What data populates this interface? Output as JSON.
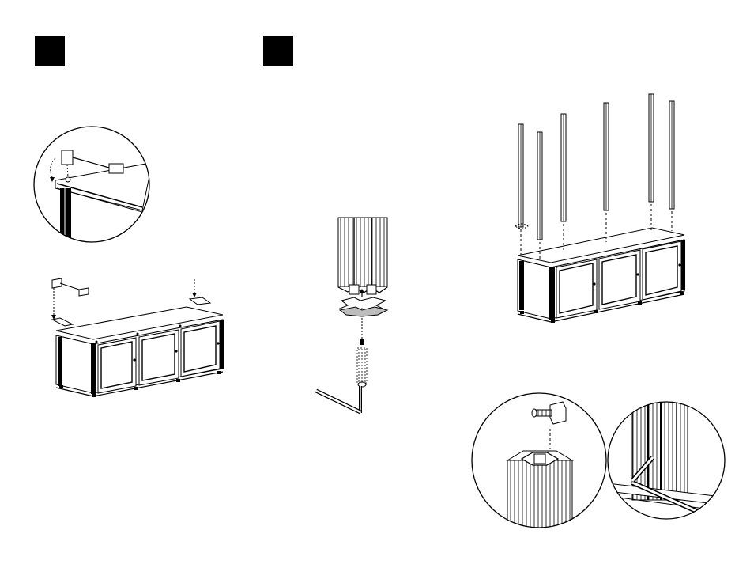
{
  "steps": [
    {
      "label": ""
    },
    {
      "label": ""
    }
  ],
  "colors": {
    "ink": "#000000",
    "paper": "#ffffff",
    "tint": "#bdbdbd"
  },
  "figures": [
    "detail-circle-bracket",
    "cabinet-with-brackets",
    "post-with-connector-and-screw",
    "cabinet-with-posts",
    "detail-circle-post-end",
    "detail-circle-allen-key"
  ]
}
